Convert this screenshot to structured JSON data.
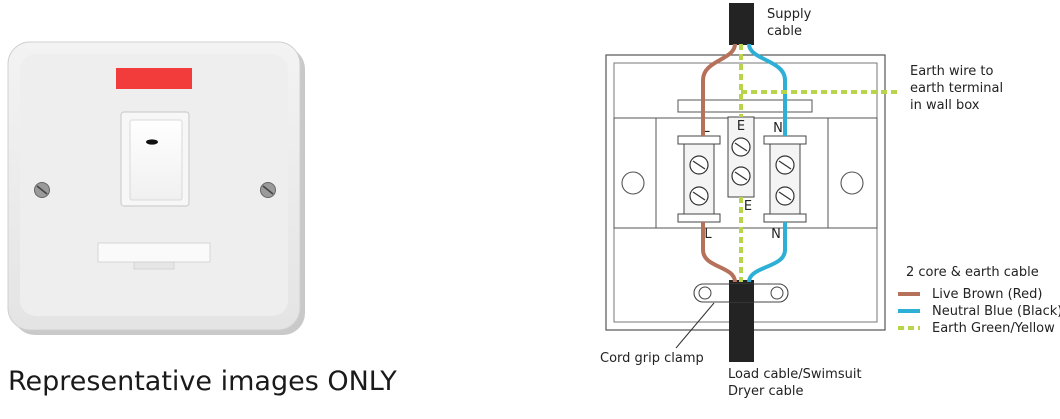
{
  "caption": "Representative images ONLY",
  "diagram": {
    "supply_cable": [
      "Supply",
      "cable"
    ],
    "earth_wire_note": [
      "Earth wire to",
      "earth terminal",
      "in wall box"
    ],
    "terminal_live": "L",
    "terminal_earth": "E",
    "terminal_neutral": "N",
    "cord_grip_label": "Cord grip clamp",
    "load_cable": [
      "Load cable/Swimsuit",
      "Dryer cable"
    ],
    "legend": {
      "title": "2 core & earth cable",
      "items": [
        {
          "label": "Live Brown (Red)",
          "color": "#b5715a"
        },
        {
          "label": "Neutral Blue (Black)",
          "color": "#2eb0d6"
        },
        {
          "label": "Earth Green/Yellow",
          "color": "#b8d44a"
        }
      ]
    }
  },
  "colors": {
    "indicator": "#f23c3c",
    "live": "#b5715a",
    "neutral": "#2eb0d6",
    "earth": "#b8d44a",
    "cable": "#232323"
  }
}
